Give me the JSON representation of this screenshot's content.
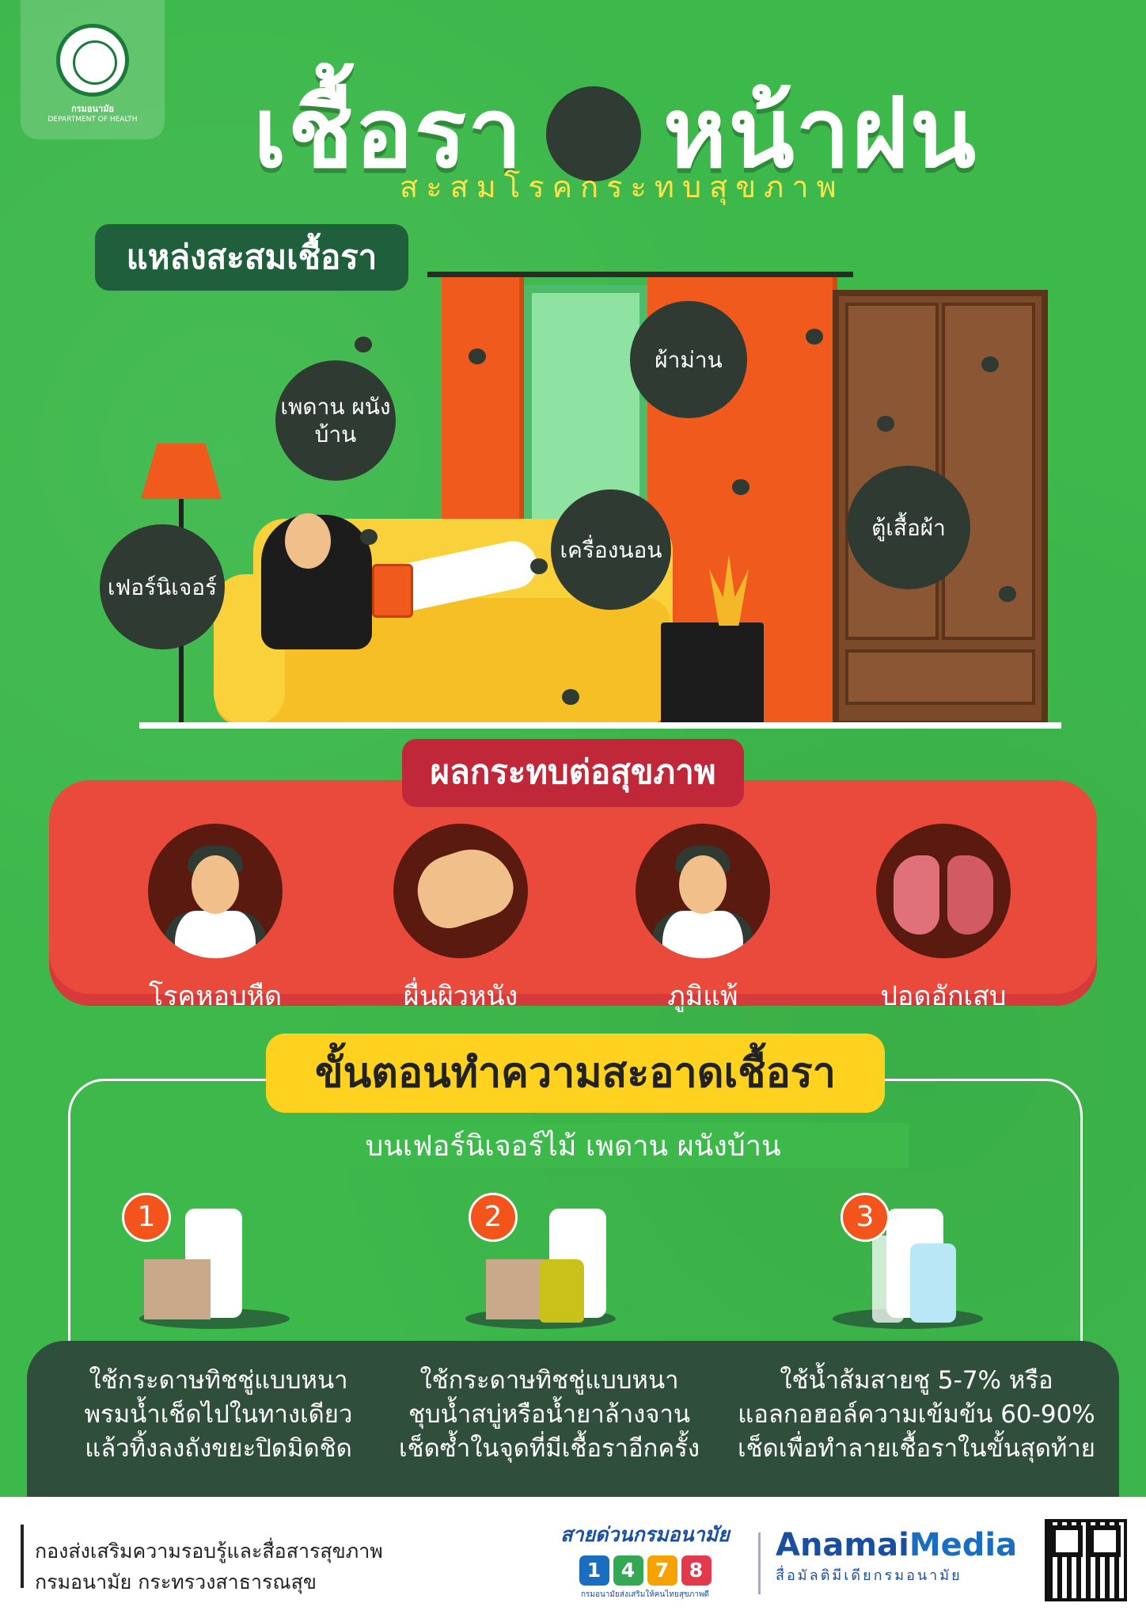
{
  "header": {
    "logo_line1": "กรมอนามัย",
    "logo_line2": "DEPARTMENT OF HEALTH",
    "title_left": "เชื้อรา",
    "title_right": "หน้าฝน",
    "subtitle": "สะสมโรคกระทบสุขภาพ"
  },
  "sources": {
    "heading": "แหล่งสะสมเชื้อรา",
    "bubbles": [
      "เพดาน ผนังบ้าน",
      "ผ้าม่าน",
      "เครื่องนอน",
      "เฟอร์นิเจอร์",
      "ตู้เสื้อผ้า"
    ]
  },
  "impacts": {
    "heading": "ผลกระทบต่อสุขภาพ",
    "items": [
      {
        "label": "โรคหอบหืด",
        "icon": "asthma-inhaler-icon"
      },
      {
        "label": "ผื่นผิวหนัง",
        "icon": "skin-rash-hand-icon"
      },
      {
        "label": "ภูมิแพ้",
        "icon": "allergy-sneeze-icon"
      },
      {
        "label": "ปอดอักเสบ",
        "icon": "inflamed-lungs-icon"
      }
    ]
  },
  "cleaning": {
    "heading": "ขั้นตอนทำความสะอาดเชื้อรา",
    "subheading": "บนเฟอร์นิเจอร์ไม้ เพดาน ผนังบ้าน",
    "steps": [
      {
        "num": "1",
        "lines": [
          "ใช้กระดาษทิชชู่แบบหนา",
          "พรมน้ำเช็ดไปในทางเดียว",
          "แล้วทิ้งลงถังขยะปิดมิดชิด"
        ]
      },
      {
        "num": "2",
        "lines": [
          "ใช้กระดาษทิชชู่แบบหนา",
          "ชุบน้ำสบู่หรือน้ำยาล้างจาน",
          "เช็ดซ้ำในจุดที่มีเชื้อราอีกครั้ง"
        ]
      },
      {
        "num": "3",
        "lines": [
          "ใช้น้ำส้มสายชู 5-7% หรือ",
          "แอลกอฮอล์ความเข้มข้น 60-90%",
          "เช็ดเพื่อทำลายเชื้อราในขั้นสุดท้าย"
        ]
      }
    ]
  },
  "footer": {
    "org_line1": "กองส่งเสริมความรอบรู้และสื่อสารสุขภาพ",
    "org_line2": "กรมอนามัย กระทรวงสาธารณสุข",
    "hotline_title": "สายด่วนกรมอนามัย",
    "hotline_digits": [
      "1",
      "4",
      "7",
      "8"
    ],
    "hotline_colors": [
      "#1a6ec2",
      "#34a853",
      "#f5a300",
      "#e23a4c"
    ],
    "hotline_sub": "กรมอนามัยส่งเสริมให้คนไทยสุขภาพดี",
    "brand_a": "Anamai",
    "brand_b": "Media",
    "brand_sub": "สื่อมัลติมีเดียกรมอนามัย"
  },
  "colors": {
    "background": "#3db84b",
    "impact_red": "#ea4a3b",
    "dark_green": "#1f5f3c",
    "accent_yellow": "#ffd21f"
  }
}
